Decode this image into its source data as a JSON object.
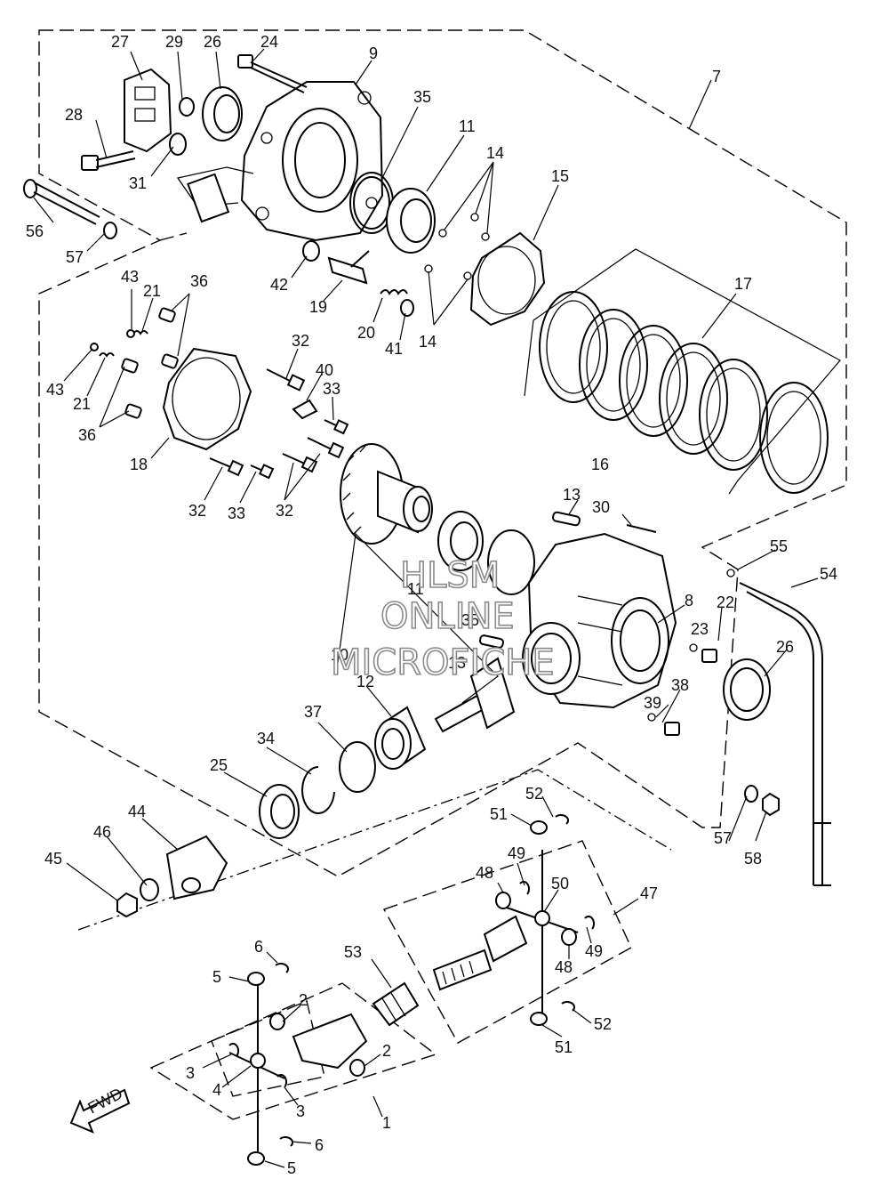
{
  "callouts": {
    "c1": "1",
    "c2a": "2",
    "c2b": "2",
    "c3a": "3",
    "c3b": "3",
    "c4": "4",
    "c5a": "5",
    "c5b": "5",
    "c6a": "6",
    "c6b": "6",
    "c7": "7",
    "c8": "8",
    "c9": "9",
    "c10": "10",
    "c11a": "11",
    "c11b": "11",
    "c12": "12",
    "c13a": "13",
    "c13b": "13",
    "c14a": "14",
    "c14b": "14",
    "c15": "15",
    "c16": "16",
    "c17": "17",
    "c18": "18",
    "c19": "19",
    "c20": "20",
    "c21a": "21",
    "c21b": "21",
    "c22": "22",
    "c23": "23",
    "c24": "24",
    "c25": "25",
    "c26a": "26",
    "c26b": "26",
    "c27": "27",
    "c28": "28",
    "c29": "29",
    "c30": "30",
    "c31": "31",
    "c32a": "32",
    "c32b": "32",
    "c32c": "32",
    "c33a": "33",
    "c33b": "33",
    "c34": "34",
    "c35a": "35",
    "c35b": "35",
    "c36a": "36",
    "c36b": "36",
    "c37": "37",
    "c38": "38",
    "c39": "39",
    "c40": "40",
    "c41": "41",
    "c42": "42",
    "c43a": "43",
    "c43b": "43",
    "c44": "44",
    "c45": "45",
    "c46": "46",
    "c47": "47",
    "c48a": "48",
    "c48b": "48",
    "c49a": "49",
    "c49b": "49",
    "c50": "50",
    "c51a": "51",
    "c51b": "51",
    "c52a": "52",
    "c52b": "52",
    "c53": "53",
    "c54": "54",
    "c55": "55",
    "c56": "56",
    "c57a": "57",
    "c57b": "57",
    "c58": "58"
  },
  "fwd_label": "FWD",
  "watermark": {
    "line1": "HLSM",
    "line2": "ONLINE",
    "line3": "MICROFICHE"
  },
  "colors": {
    "line": "#000000",
    "background": "#ffffff",
    "watermark": "#8a8a8a"
  }
}
